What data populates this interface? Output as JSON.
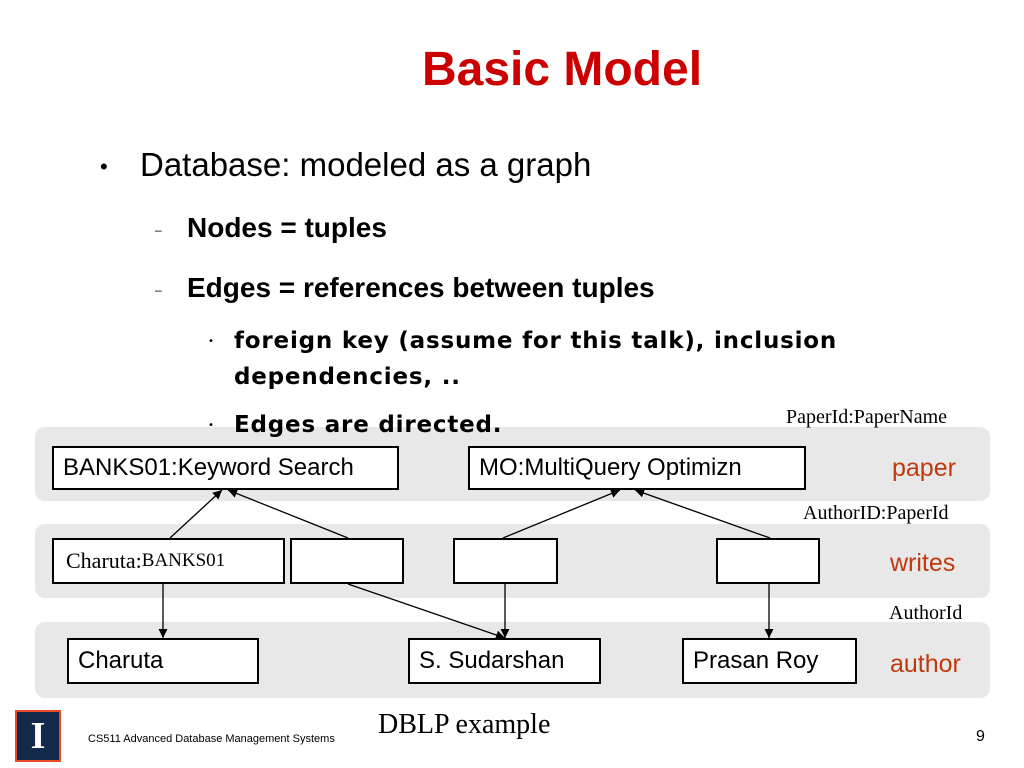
{
  "slide": {
    "title": "Basic Model",
    "bullet1": "Database: modeled as a graph",
    "sub1": "Nodes = tuples",
    "sub2": "Edges = references between tuples",
    "subsub1_line1": "foreign key (assume for this talk), inclusion",
    "subsub1_line2": "dependencies, ..",
    "subsub2": "Edges are directed.",
    "bullet_glyph": "•",
    "dash_glyph": "–",
    "small_bullet_glyph": "•"
  },
  "diagram": {
    "paper_schema": "PaperId:PaperName",
    "writes_schema": "AuthorID:PaperId",
    "author_schema": "AuthorId",
    "paper_label": "paper",
    "writes_label": "writes",
    "author_label": "author",
    "paper_nodes": [
      "BANKS01:Keyword Search",
      "MO:MultiQuery Optimizn"
    ],
    "writes_first_name": "Charuta:",
    "writes_first_key": "BANKS01",
    "author_nodes": [
      "Charuta",
      "S. Sudarshan",
      "Prasan Roy"
    ],
    "caption": "DBLP example",
    "colors": {
      "label": "#c0390e",
      "band": "#e8e8e8",
      "title": "#cc0000"
    }
  },
  "footer": {
    "course": "CS511 Advanced Database Management Systems",
    "page_number": "9",
    "logo_letter": "I"
  }
}
